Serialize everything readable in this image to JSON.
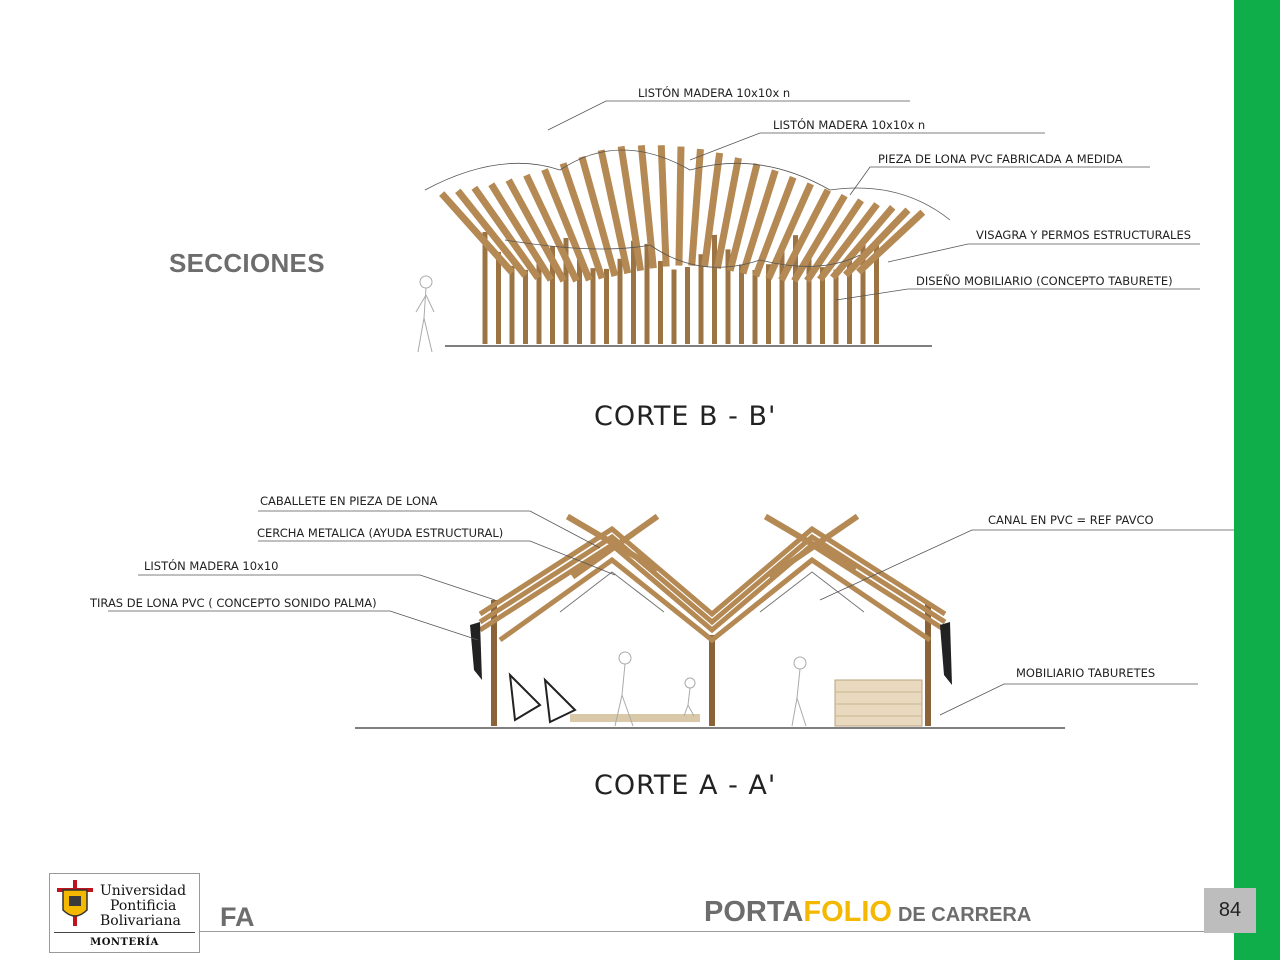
{
  "section_title": "SECCIONES",
  "section_b": {
    "cut_title": "CORTE  B - B'",
    "labels": [
      "LISTÓN MADERA 10x10x n",
      "LISTÓN MADERA 10x10x n",
      "PIEZA DE LONA PVC FABRICADA A MEDIDA",
      "VISAGRA  Y PERMOS ESTRUCTURALES",
      "DISEÑO MOBILIARIO (CONCEPTO TABURETE)"
    ]
  },
  "section_a": {
    "cut_title": "CORTE  A - A'",
    "labels_left": [
      "CABALLETE EN PIEZA DE LONA",
      "CERCHA METALICA (AYUDA ESTRUCTURAL)",
      "LISTÓN MADERA 10x10",
      "TIRAS DE LONA PVC ( CONCEPTO SONIDO PALMA)"
    ],
    "labels_right": [
      "CANAL EN PVC = REF PAVCO",
      "MOBILIARIO TABURETES"
    ]
  },
  "footer": {
    "logo_line1": "Universidad",
    "logo_line2": "Pontificia",
    "logo_line3": "Bolivariana",
    "logo_campus": "MONTERÍA",
    "fa": "FA",
    "brand_part1": "PORTA",
    "brand_part2": "FOLIO",
    "brand_part3": "DE CARRERA",
    "page_number": "84"
  },
  "colors": {
    "accent_green": "#0fae4b",
    "accent_yellow": "#f5b800",
    "wood": "#a77d4c",
    "text_gray": "#6d6d6d"
  }
}
